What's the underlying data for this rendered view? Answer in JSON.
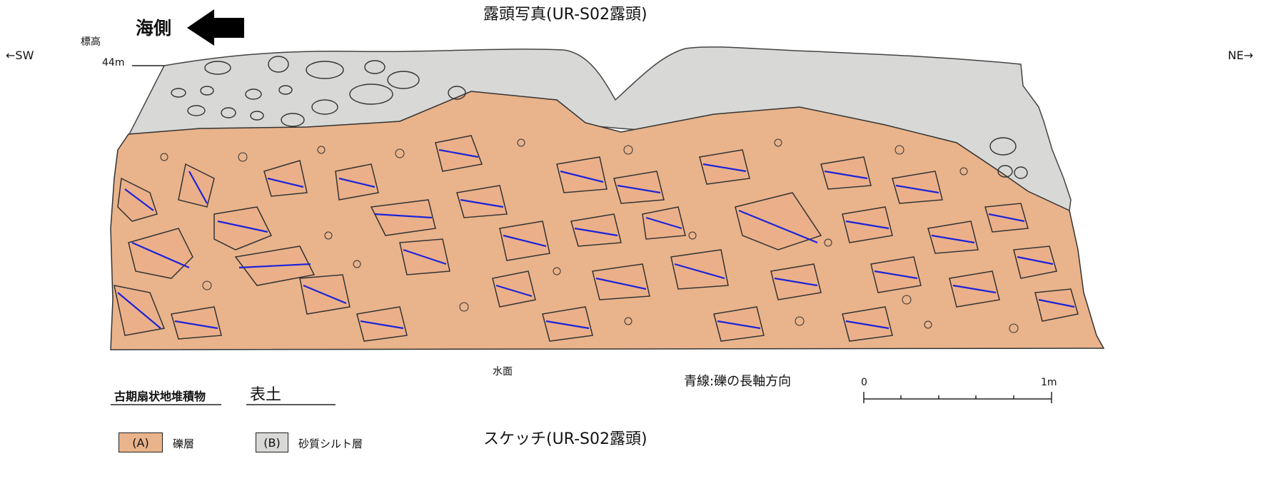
{
  "header": {
    "sea_side_label": "海側",
    "photo_title": "露頭写真(UR-S02露頭)"
  },
  "orientation": {
    "left": "←SW",
    "right": "NE→"
  },
  "elevation": {
    "label": "標高",
    "value": "44m"
  },
  "annotations": {
    "water_surface": "水面",
    "blue_line_note": "青線:礫の長軸方向"
  },
  "scale_bar": {
    "start_label": "0",
    "end_label": "1m"
  },
  "sketch_title": "スケッチ(UR-S02露頭)",
  "legend": {
    "group_a_title": "古期扇状地堆積物",
    "group_b_title": "表土",
    "item_a": {
      "code": "(A)",
      "label": "礫層"
    },
    "item_b": {
      "code": "(B)",
      "label": "砂質シルト層"
    }
  },
  "colors": {
    "gravel_layer": "#E9B38B",
    "topsoil": "#D8D8D6",
    "clast_axis": "#1E23D8",
    "outline": "#222222"
  }
}
